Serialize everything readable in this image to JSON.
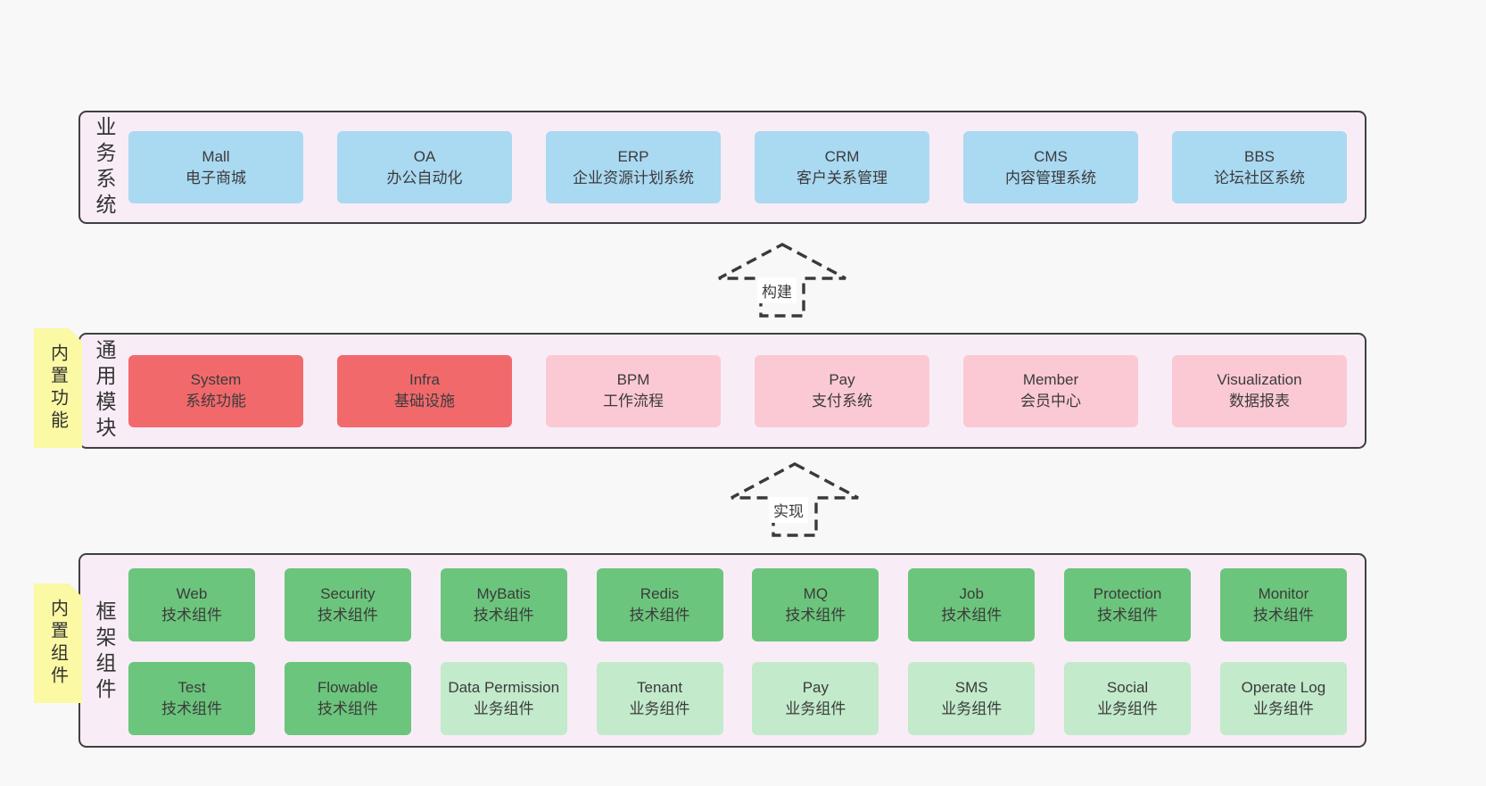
{
  "colors": {
    "page_bg": "#f8f8f8",
    "band_bg": "#f8edf6",
    "band_border": "#404040",
    "blue": "#aad9f2",
    "red": "#f2696c",
    "pink": "#fbc9d4",
    "green": "#6cc57c",
    "light_green": "#c2eacb",
    "yellow": "#fbf9a3",
    "fold": "#c9c9c9",
    "text": "#3d3d3d"
  },
  "bands": {
    "business": {
      "label": "业务系统",
      "boxes": [
        {
          "title": "Mall",
          "subtitle": "电子商城",
          "variant": "blue"
        },
        {
          "title": "OA",
          "subtitle": "办公自动化",
          "variant": "blue"
        },
        {
          "title": "ERP",
          "subtitle": "企业资源计划系统",
          "variant": "blue"
        },
        {
          "title": "CRM",
          "subtitle": "客户关系管理",
          "variant": "blue"
        },
        {
          "title": "CMS",
          "subtitle": "内容管理系统",
          "variant": "blue"
        },
        {
          "title": "BBS",
          "subtitle": "论坛社区系统",
          "variant": "blue"
        }
      ]
    },
    "modules": {
      "label": "通用模块",
      "boxes": [
        {
          "title": "System",
          "subtitle": "系统功能",
          "variant": "red"
        },
        {
          "title": "Infra",
          "subtitle": "基础设施",
          "variant": "red"
        },
        {
          "title": "BPM",
          "subtitle": "工作流程",
          "variant": "pink"
        },
        {
          "title": "Pay",
          "subtitle": "支付系统",
          "variant": "pink"
        },
        {
          "title": "Member",
          "subtitle": "会员中心",
          "variant": "pink"
        },
        {
          "title": "Visualization",
          "subtitle": "数据报表",
          "variant": "pink"
        }
      ]
    },
    "components": {
      "label": "框架组件",
      "rows": [
        [
          {
            "title": "Web",
            "subtitle": "技术组件",
            "variant": "green"
          },
          {
            "title": "Security",
            "subtitle": "技术组件",
            "variant": "green"
          },
          {
            "title": "MyBatis",
            "subtitle": "技术组件",
            "variant": "green"
          },
          {
            "title": "Redis",
            "subtitle": "技术组件",
            "variant": "green"
          },
          {
            "title": "MQ",
            "subtitle": "技术组件",
            "variant": "green"
          },
          {
            "title": "Job",
            "subtitle": "技术组件",
            "variant": "green"
          },
          {
            "title": "Protection",
            "subtitle": "技术组件",
            "variant": "green"
          },
          {
            "title": "Monitor",
            "subtitle": "技术组件",
            "variant": "green"
          }
        ],
        [
          {
            "title": "Test",
            "subtitle": "技术组件",
            "variant": "green"
          },
          {
            "title": "Flowable",
            "subtitle": "技术组件",
            "variant": "green"
          },
          {
            "title": "Data Permission",
            "subtitle": "业务组件",
            "variant": "light-green"
          },
          {
            "title": "Tenant",
            "subtitle": "业务组件",
            "variant": "light-green"
          },
          {
            "title": "Pay",
            "subtitle": "业务组件",
            "variant": "light-green"
          },
          {
            "title": "SMS",
            "subtitle": "业务组件",
            "variant": "light-green"
          },
          {
            "title": "Social",
            "subtitle": "业务组件",
            "variant": "light-green"
          },
          {
            "title": "Operate Log",
            "subtitle": "业务组件",
            "variant": "light-green"
          }
        ]
      ]
    }
  },
  "arrows": {
    "build": {
      "label": "构建"
    },
    "implement": {
      "label": "实现"
    }
  },
  "sticky_notes": {
    "functions": {
      "label": "内置功能"
    },
    "components": {
      "label": "内置组件"
    }
  }
}
